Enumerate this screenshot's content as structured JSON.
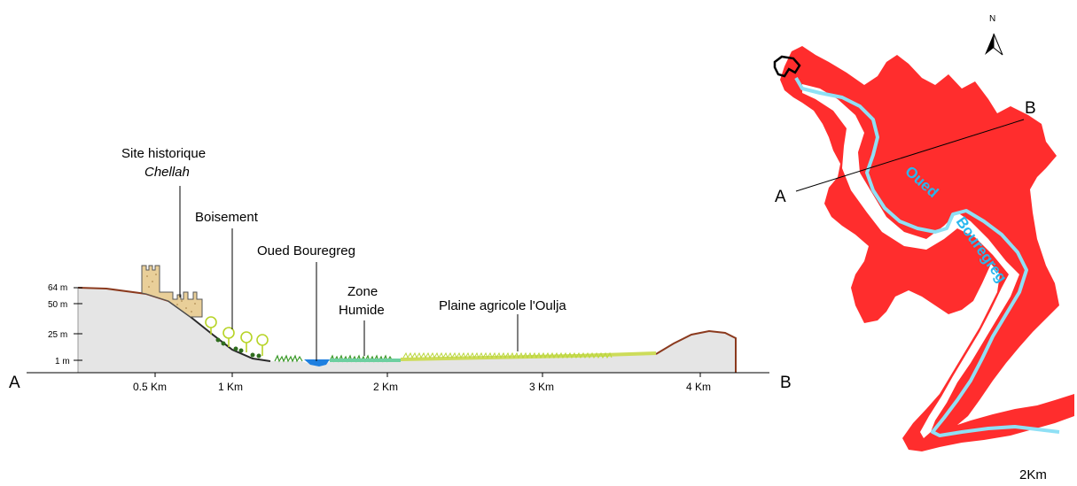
{
  "profile": {
    "point_a": "A",
    "point_b": "B",
    "elevation_ticks": [
      "64 m",
      "50 m",
      "25 m",
      "1 m"
    ],
    "distance_ticks": [
      "0.5 Km",
      "1 Km",
      "2 Km",
      "3 Km",
      "4 Km"
    ],
    "labels": {
      "site_line1": "Site historique",
      "site_line2": "Chellah",
      "boisement": "Boisement",
      "oued": "Oued Bouregreg",
      "zone_line1": "Zone",
      "zone_line2": "Humide",
      "plaine": "Plaine agricole l'Oulja"
    }
  },
  "map": {
    "north": "N",
    "point_a": "A",
    "point_b": "B",
    "river_word1": "Oued",
    "river_word2": "Bouregreg",
    "scale": "2Km"
  },
  "colors": {
    "terrain_fill": "#e5e5e5",
    "terrain_line": "#8b3a1e",
    "river": "#29b7ee",
    "water": "#1e7fe0",
    "wetland": "#3c9a2a",
    "plain": "#cddc5a",
    "map_red": "#ff2d2d",
    "castle": "#e9cf99"
  }
}
